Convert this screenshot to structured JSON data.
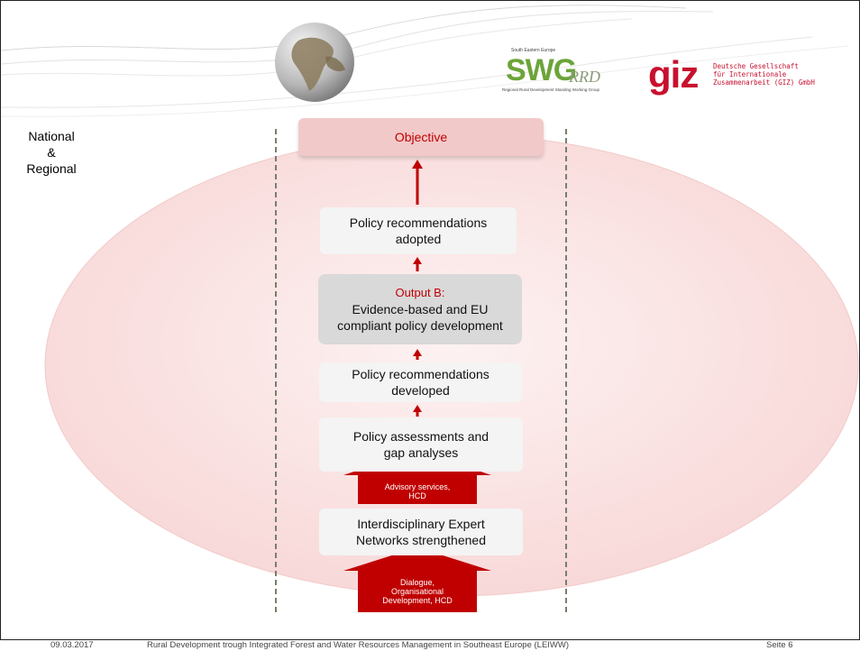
{
  "colors": {
    "accent_red": "#c00000",
    "ellipse_fill": "#fbe3e3",
    "dashed_line": "#777f6a"
  },
  "logos": {
    "swg": {
      "top_text": "South Eastern Europe",
      "main": "SWG",
      "suffix": "RRD",
      "subtitle": "Regional Rural Development Standing Working Group"
    },
    "giz": {
      "mark": "giz",
      "lines": [
        "Deutsche Gesellschaft",
        "für Internationale",
        "Zusammenarbeit (GIZ) GmbH"
      ]
    }
  },
  "side_label": {
    "line1": "National",
    "line2": "&",
    "line3": "Regional"
  },
  "diagram": {
    "objective": "Objective",
    "recommendations_adopted": {
      "line1": "Policy recommendations",
      "line2": "adopted"
    },
    "output_b": {
      "title": "Output B:",
      "line1": "Evidence-based and EU",
      "line2": "compliant policy development"
    },
    "recommendations_developed": {
      "line1": "Policy recommendations",
      "line2": "developed"
    },
    "assessments": {
      "line1": "Policy assessments and",
      "line2": "gap analyses"
    },
    "advisory_arrow": {
      "line1": "Advisory services,",
      "line2": "HCD"
    },
    "networks": {
      "line1": "Interdisciplinary Expert",
      "line2": "Networks strengthened"
    },
    "dialogue_arrow": {
      "line1": "Dialogue,",
      "line2": "Organisational",
      "line3": "Development, HCD"
    }
  },
  "footer": {
    "date": "09.03.2017",
    "title": "Rural Development trough Integrated Forest and Water Resources Management in Southeast Europe (LEIWW)",
    "page": "Seite 6"
  }
}
